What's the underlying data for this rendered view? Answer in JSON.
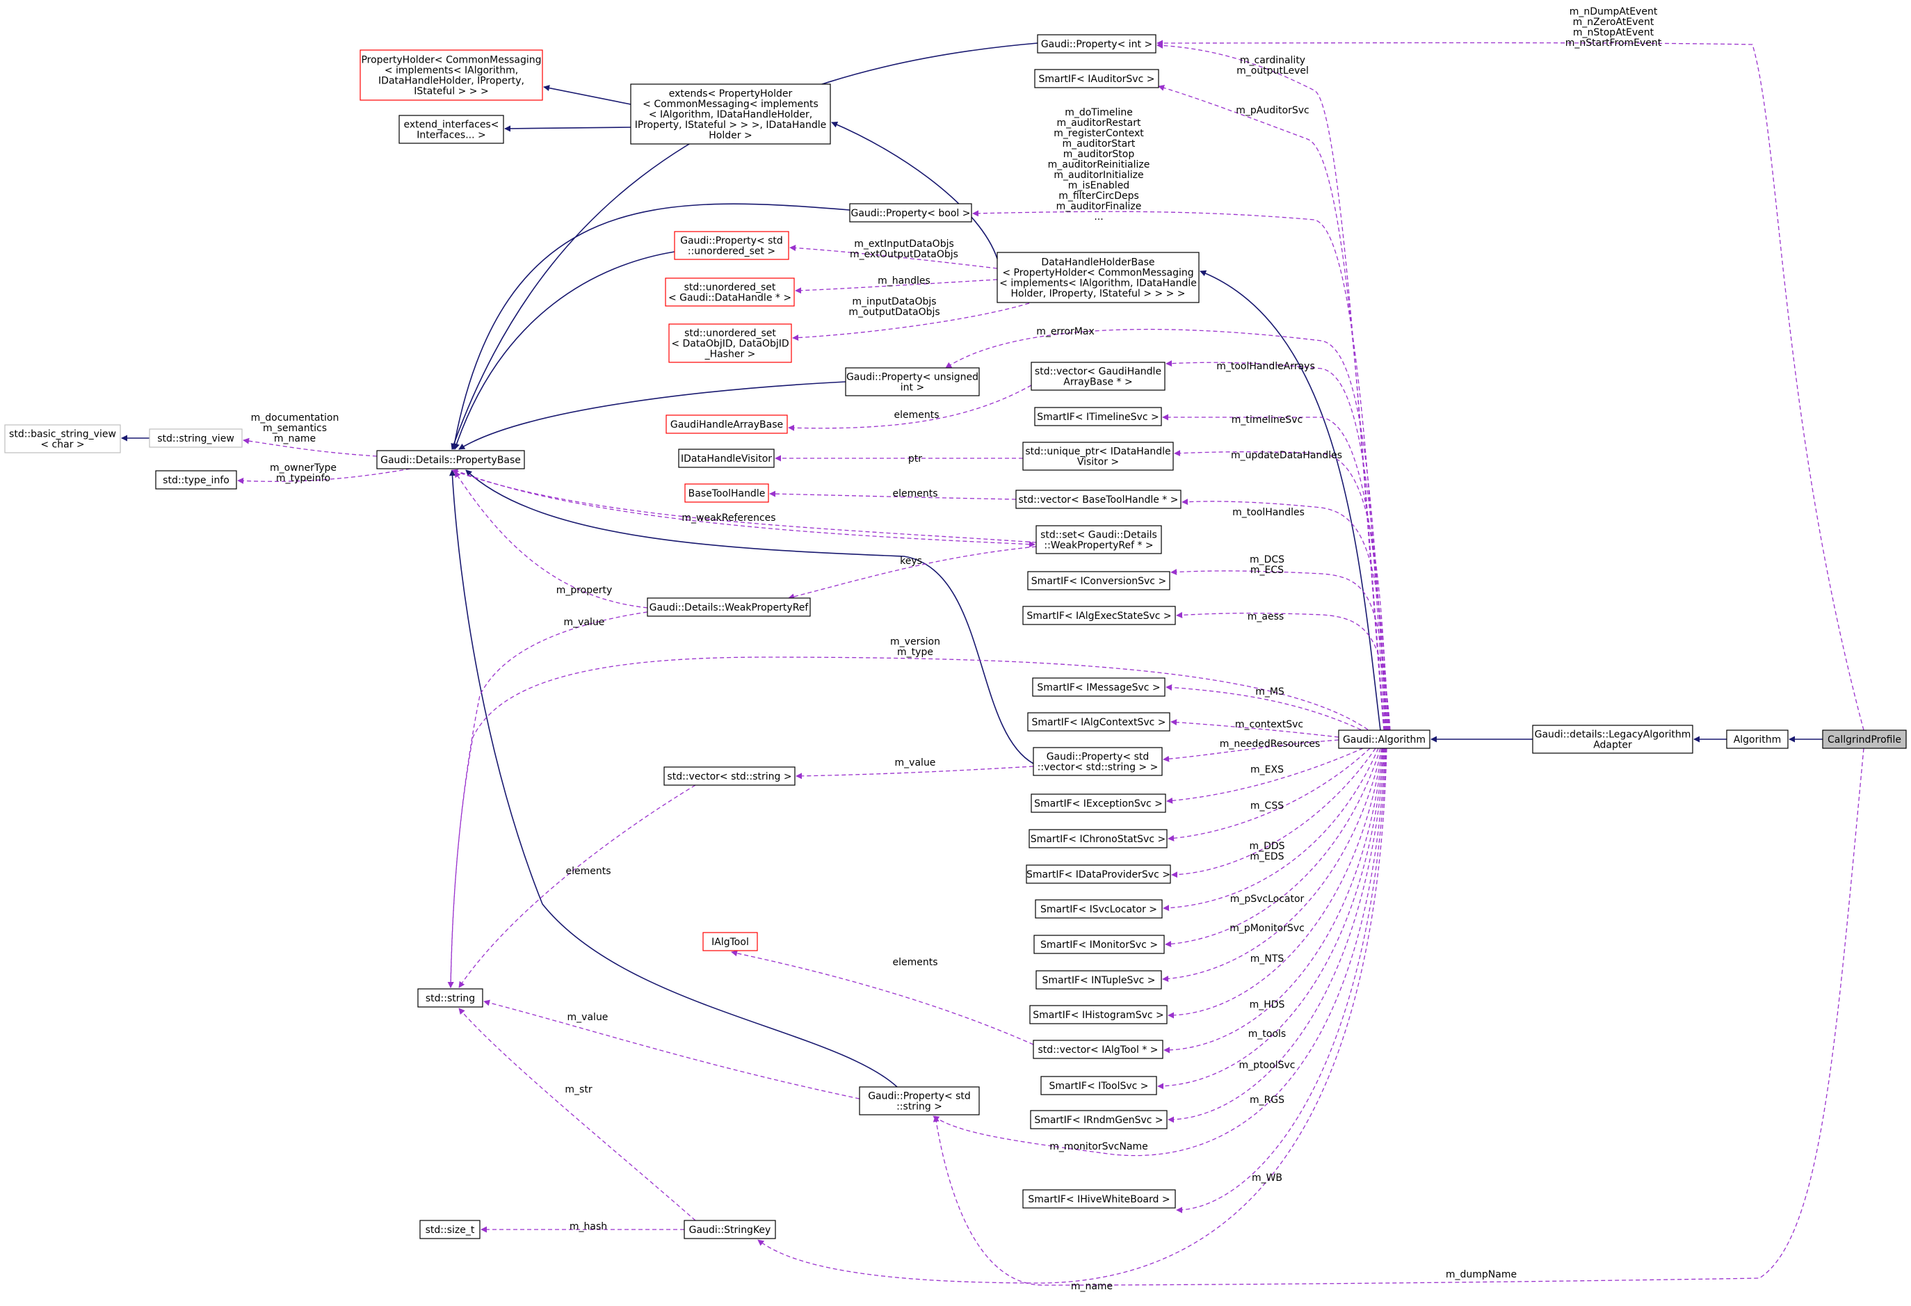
{
  "colors": {
    "inherit": "#191970",
    "usage": "#9a32cd",
    "node_stroke": "#000000",
    "node_stroke_red": "#ff0000",
    "node_stroke_gray": "#bfbfbf",
    "node_fill": "#ffffff",
    "focus_fill": "#bfbfbf",
    "text": "#000000"
  },
  "nodes": {
    "callgrind": {
      "lines": [
        "CallgrindProfile"
      ]
    },
    "algorithm": {
      "lines": [
        "Algorithm"
      ]
    },
    "legacy": {
      "lines": [
        "Gaudi::details::LegacyAlgorithm",
        "Adapter"
      ]
    },
    "gaudi_alg": {
      "lines": [
        "Gaudi::Algorithm"
      ]
    },
    "prop_int": {
      "lines": [
        "Gaudi::Property< int >"
      ]
    },
    "auditor": {
      "lines": [
        "SmartIF< IAuditorSvc >"
      ]
    },
    "prop_holder": {
      "lines": [
        "PropertyHolder< CommonMessaging",
        "< implements< IAlgorithm,",
        "IDataHandleHolder, IProperty,",
        "IStateful > > >"
      ]
    },
    "extends": {
      "lines": [
        "extends< PropertyHolder",
        "< CommonMessaging< implements",
        "< IAlgorithm, IDataHandleHolder,",
        "IProperty, IStateful > > >, IDataHandle",
        "Holder >"
      ]
    },
    "ext_iface": {
      "lines": [
        "extend_interfaces<",
        "Interfaces... >"
      ]
    },
    "prop_bool": {
      "lines": [
        "Gaudi::Property< bool >"
      ]
    },
    "prop_uset": {
      "lines": [
        "Gaudi::Property< std",
        "::unordered_set >"
      ]
    },
    "dhh_base": {
      "lines": [
        "DataHandleHolderBase",
        "< PropertyHolder< CommonMessaging",
        "< implements< IAlgorithm, IDataHandle",
        "Holder, IProperty, IStateful > > > >"
      ]
    },
    "uset_dh": {
      "lines": [
        "std::unordered_set",
        "< Gaudi::DataHandle * >"
      ]
    },
    "uset_objid": {
      "lines": [
        "std::unordered_set",
        "< DataObjID, DataObjID",
        "_Hasher >"
      ]
    },
    "prop_uint": {
      "lines": [
        "Gaudi::Property< unsigned",
        "int >"
      ]
    },
    "vec_ghab": {
      "lines": [
        "std::vector< GaudiHandle",
        "ArrayBase * >"
      ]
    },
    "timeline": {
      "lines": [
        "SmartIF< ITimelineSvc >"
      ]
    },
    "ghab": {
      "lines": [
        "GaudiHandleArrayBase"
      ]
    },
    "basic_sv": {
      "lines": [
        "std::basic_string_view",
        "< char >"
      ]
    },
    "string_view": {
      "lines": [
        "std::string_view"
      ]
    },
    "prop_base": {
      "lines": [
        "Gaudi::Details::PropertyBase"
      ]
    },
    "type_info": {
      "lines": [
        "std::type_info"
      ]
    },
    "idh_visitor": {
      "lines": [
        "IDataHandleVisitor"
      ]
    },
    "uptr_visitor": {
      "lines": [
        "std::unique_ptr< IDataHandle",
        "Visitor >"
      ]
    },
    "base_tool_handle": {
      "lines": [
        "BaseToolHandle"
      ]
    },
    "vec_btoolh": {
      "lines": [
        "std::vector< BaseToolHandle * >"
      ]
    },
    "set_wpr": {
      "lines": [
        "std::set< Gaudi::Details",
        "::WeakPropertyRef * >"
      ]
    },
    "conversion": {
      "lines": [
        "SmartIF< IConversionSvc >"
      ]
    },
    "wpr": {
      "lines": [
        "Gaudi::Details::WeakPropertyRef"
      ]
    },
    "algexec": {
      "lines": [
        "SmartIF< IAlgExecStateSvc >"
      ]
    },
    "message": {
      "lines": [
        "SmartIF< IMessageSvc >"
      ]
    },
    "algcontext": {
      "lines": [
        "SmartIF< IAlgContextSvc >"
      ]
    },
    "prop_vecstr": {
      "lines": [
        "Gaudi::Property< std",
        "::vector< std::string > >"
      ]
    },
    "vec_string": {
      "lines": [
        "std::vector< std::string >"
      ]
    },
    "exception": {
      "lines": [
        "SmartIF< IExceptionSvc >"
      ]
    },
    "chrono": {
      "lines": [
        "SmartIF< IChronoStatSvc >"
      ]
    },
    "dataprov": {
      "lines": [
        "SmartIF< IDataProviderSvc >"
      ]
    },
    "svcloc": {
      "lines": [
        "SmartIF< ISvcLocator >"
      ]
    },
    "ialgtool": {
      "lines": [
        "IAlgTool"
      ]
    },
    "monitor": {
      "lines": [
        "SmartIF< IMonitorSvc >"
      ]
    },
    "ntuple": {
      "lines": [
        "SmartIF< INTupleSvc >"
      ]
    },
    "std_string": {
      "lines": [
        "std::string"
      ]
    },
    "histo": {
      "lines": [
        "SmartIF< IHistogramSvc >"
      ]
    },
    "vec_ialgtool": {
      "lines": [
        "std::vector< IAlgTool * >"
      ]
    },
    "toolsvc": {
      "lines": [
        "SmartIF< IToolSvc >"
      ]
    },
    "prop_string": {
      "lines": [
        "Gaudi::Property< std",
        "::string >"
      ]
    },
    "rndm": {
      "lines": [
        "SmartIF< IRndmGenSvc >"
      ]
    },
    "hive": {
      "lines": [
        "SmartIF< IHiveWhiteBoard >"
      ]
    },
    "size_t": {
      "lines": [
        "std::size_t"
      ]
    },
    "stringkey": {
      "lines": [
        "Gaudi::StringKey"
      ]
    }
  },
  "edge_labels": {
    "callgrind_prop_int": [
      "m_nDumpAtEvent",
      "m_nZeroAtEvent",
      "m_nStopAtEvent",
      "m_nStartFromEvent"
    ],
    "callgrind_prop_string": [
      "m_dumpName"
    ],
    "alg_prop_int": [
      "m_cardinality",
      "m_outputLevel"
    ],
    "alg_auditor": [
      "m_pAuditorSvc"
    ],
    "alg_prop_bool": [
      "m_doTimeline",
      "m_auditorRestart",
      "m_registerContext",
      "m_auditorStart",
      "m_auditorStop",
      "m_auditorReinitialize",
      "m_auditorInitialize",
      "m_isEnabled",
      "m_filterCircDeps",
      "m_auditorFinalize",
      "..."
    ],
    "dhh_prop_uset": [
      "m_extInputDataObjs",
      "m_extOutputDataObjs"
    ],
    "dhh_uset_dh": [
      "m_handles"
    ],
    "dhh_uset_objid": [
      "m_inputDataObjs",
      "m_outputDataObjs"
    ],
    "alg_prop_uint": [
      "m_errorMax"
    ],
    "alg_vec_ghab": [
      "m_toolHandleArrays"
    ],
    "vec_ghab_ghab": [
      "elements"
    ],
    "alg_timeline": [
      "m_timelineSvc"
    ],
    "prop_base_string_view": [
      "m_documentation",
      "m_semantics",
      "m_name"
    ],
    "prop_base_type_info": [
      "m_ownerType",
      "m_typeinfo"
    ],
    "alg_uptr": [
      "m_updateDataHandles"
    ],
    "uptr_idh": [
      "ptr"
    ],
    "alg_vec_btoolh": [
      "m_toolHandles"
    ],
    "vec_btoolh_bth": [
      "elements"
    ],
    "set_wpr_prop_base": [
      "m_weakReferences"
    ],
    "wpr_prop_base": [
      "m_property"
    ],
    "set_wpr_wpr": [
      "keys"
    ],
    "alg_conversion": [
      "m_DCS",
      "m_ECS"
    ],
    "wpr_string": [
      "m_value"
    ],
    "alg_algexec": [
      "m_aess"
    ],
    "alg_string": [
      "m_version",
      "m_type"
    ],
    "alg_message": [
      "m_MS"
    ],
    "alg_algcontext": [
      "m_contextSvc"
    ],
    "alg_prop_vecstr": [
      "m_neededResources"
    ],
    "prop_vecstr_vec_string": [
      "m_value"
    ],
    "alg_exception": [
      "m_EXS"
    ],
    "alg_chrono": [
      "m_CSS"
    ],
    "alg_dataprov": [
      "m_DDS",
      "m_EDS"
    ],
    "vec_string_string": [
      "elements"
    ],
    "alg_svcloc": [
      "m_pSvcLocator"
    ],
    "alg_monitor": [
      "m_pMonitorSvc"
    ],
    "vec_ialgtool_ialgtool": [
      "elements"
    ],
    "alg_ntuple": [
      "m_NTS"
    ],
    "alg_histo": [
      "m_HDS"
    ],
    "prop_string_string": [
      "m_value"
    ],
    "alg_vec_ialgtool": [
      "m_tools"
    ],
    "alg_toolsvc": [
      "m_ptoolSvc"
    ],
    "stringkey_string": [
      "m_str"
    ],
    "alg_rndm": [
      "m_RGS"
    ],
    "alg_prop_string": [
      "m_monitorSvcName"
    ],
    "alg_hive": [
      "m_WB"
    ],
    "stringkey_size_t": [
      "m_hash"
    ],
    "alg_stringkey": [
      "m_name"
    ]
  }
}
